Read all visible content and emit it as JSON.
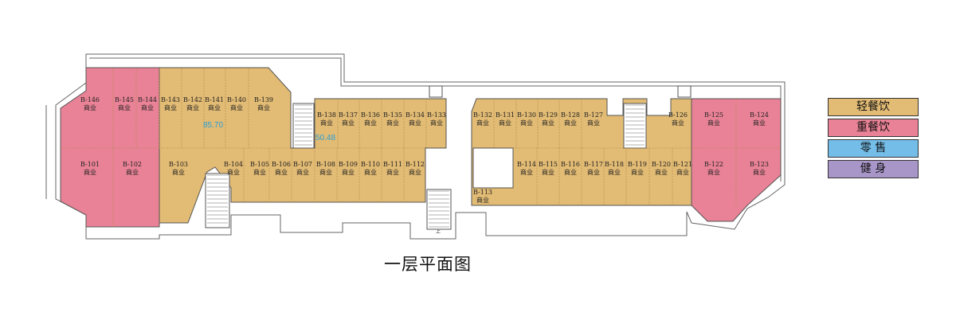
{
  "title": "一层平面图",
  "colors": {
    "light_food": "#e2bb74",
    "heavy_food": "#e98296",
    "retail": "#74bde8",
    "fitness": "#a996c9",
    "outline": "#555555"
  },
  "legend": [
    {
      "label": "轻餐饮",
      "color": "#e2bb74"
    },
    {
      "label": "重餐饮",
      "color": "#e98296"
    },
    {
      "label": "零  售",
      "color": "#74bde8"
    },
    {
      "label": "健  身",
      "color": "#a996c9"
    }
  ],
  "unit_subtitle": "商业",
  "area_labels": [
    "85.70",
    "50.48"
  ],
  "stair_up": "上",
  "units": {
    "top_left": [
      "B-146",
      "B-145",
      "B-144",
      "B-143",
      "B-142",
      "B-141",
      "B-140",
      "B-139"
    ],
    "top_mid": [
      "B-138",
      "B-137",
      "B-136",
      "B-135",
      "B-134",
      "B-133"
    ],
    "top_right": [
      "B-132",
      "B-131",
      "B-130",
      "B-129",
      "B-128",
      "B-127",
      "B-126",
      "B-125",
      "B-124"
    ],
    "bottom_left": [
      "B-101",
      "B-102",
      "B-103",
      "B-104",
      "B-105",
      "B-106",
      "B-107",
      "B-108",
      "B-109",
      "B-110",
      "B-111",
      "B-112"
    ],
    "bottom_right": [
      "B-113",
      "B-114",
      "B-115",
      "B-116",
      "B-117",
      "B-118",
      "B-119",
      "B-120",
      "B-121",
      "B-122",
      "B-123"
    ]
  }
}
